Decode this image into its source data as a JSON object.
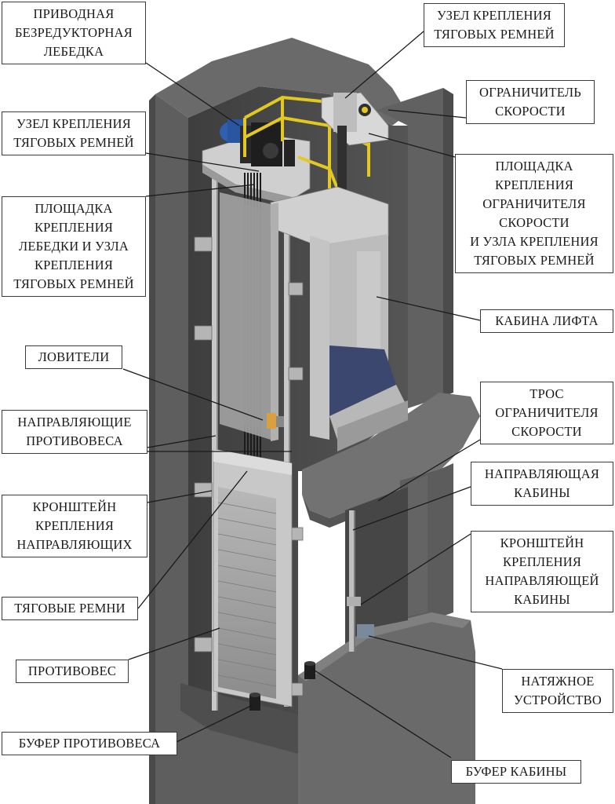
{
  "colors": {
    "concrete_dark": "#5c5c5c",
    "concrete_mid": "#6e6e6e",
    "concrete_light": "#8a8a8a",
    "shaft_inner": "#4a4a4a",
    "metal_light": "#d4d4d4",
    "metal_mid": "#a8a8a8",
    "metal_dark": "#7a7a7a",
    "rail_yellow": "#e2c820",
    "cabin_floor": "#3c4770",
    "motor_blue": "#2f5fae",
    "belt_black": "#1c1c1c",
    "label_border": "#3a3a3a"
  },
  "labels": {
    "winch": "ПРИВОДНАЯ\nБЕЗРЕДУКТОРНАЯ\nЛЕБЕДКА",
    "belt_mount_top_right": "УЗЕЛ КРЕПЛЕНИЯ\nТЯГОВЫХ РЕМНЕЙ",
    "speed_limiter": "ОГРАНИЧИТЕЛЬ\nСКОРОСТИ",
    "belt_mount_left": "УЗЕЛ КРЕПЛЕНИЯ\nТЯГОВЫХ РЕМНЕЙ",
    "limiter_platform": "ПЛОЩАДКА\nКРЕПЛЕНИЯ\nОГРАНИЧИТЕЛЯ\nСКОРОСТИ\nИ УЗЛА КРЕПЛЕНИЯ\nТЯГОВЫХ РЕМНЕЙ",
    "winch_platform": "ПЛОЩАДКА\nКРЕПЛЕНИЯ\nЛЕБЕДКИ И УЗЛА\nКРЕПЛЕНИЯ\nТЯГОВЫХ РЕМНЕЙ",
    "cabin": "КАБИНА ЛИФТА",
    "catchers": "ЛОВИТЕЛИ",
    "counterweight_guides": "НАПРАВЛЯЮЩИЕ\nПРОТИВОВЕСА",
    "limiter_rope": "ТРОС\nОГРАНИЧИТЕЛЯ\nСКОРОСТИ",
    "cabin_guide": "НАПРАВЛЯЮЩАЯ\nКАБИНЫ",
    "guide_bracket": "КРОНШТЕЙН\nКРЕПЛЕНИЯ\nНАПРАВЛЯЮЩИХ",
    "cabin_guide_bracket": "КРОНШТЕЙН\nКРЕПЛЕНИЯ\nНАПРАВЛЯЮЩЕЙ\nКАБИНЫ",
    "traction_belts": "ТЯГОВЫЕ РЕМНИ",
    "counterweight": "ПРОТИВОВЕС",
    "tensioner": "НАТЯЖНОЕ\nУСТРОЙСТВО",
    "counterweight_buffer": "БУФЕР ПРОТИВОВЕСА",
    "cabin_buffer": "БУФЕР КАБИНЫ"
  }
}
